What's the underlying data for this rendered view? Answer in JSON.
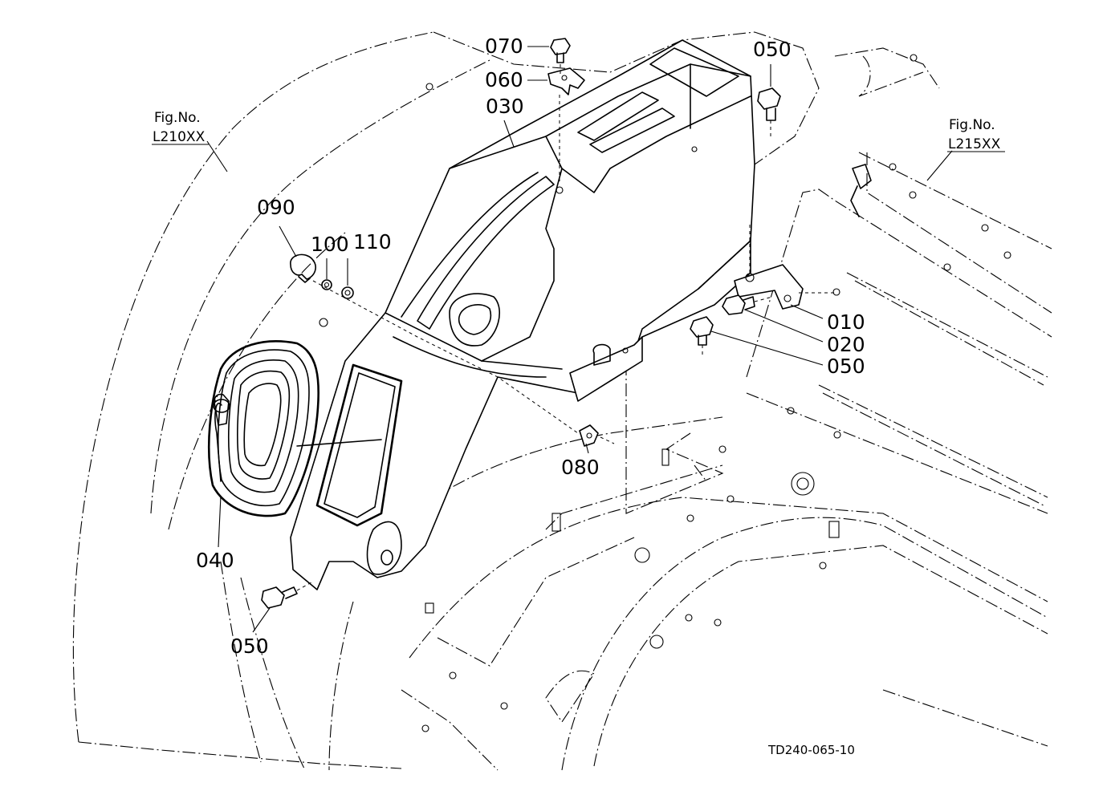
{
  "diagram": {
    "figure_code": "TD240-065-10",
    "references": [
      {
        "title": "Fig.No.",
        "code": "L210XX"
      },
      {
        "title": "Fig.No.",
        "code": "L215XX"
      }
    ],
    "parts": [
      {
        "number": "010"
      },
      {
        "number": "020"
      },
      {
        "number": "030"
      },
      {
        "number": "040"
      },
      {
        "number": "050"
      },
      {
        "number": "050"
      },
      {
        "number": "050"
      },
      {
        "number": "060"
      },
      {
        "number": "070"
      },
      {
        "number": "080"
      },
      {
        "number": "090"
      },
      {
        "number": "100"
      },
      {
        "number": "110"
      }
    ]
  }
}
